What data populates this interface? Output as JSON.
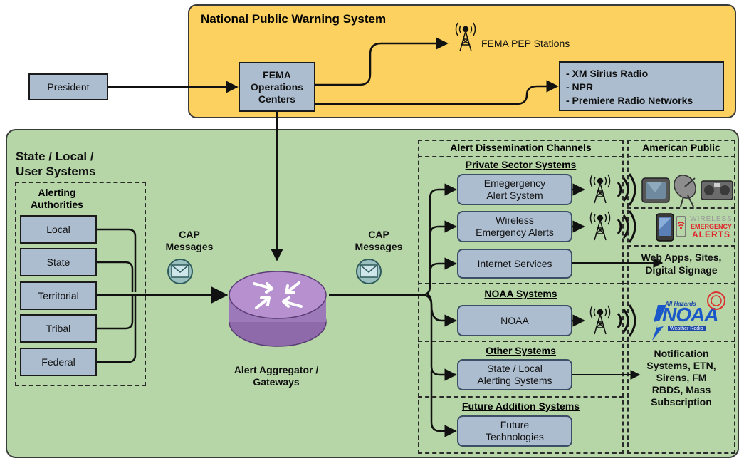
{
  "npws_title": "National Public Warning System",
  "president": "President",
  "fema_ops": "FEMA\nOperations\nCenters",
  "pep_stations": "FEMA PEP Stations",
  "radio_networks": [
    "- XM Sirius Radio",
    "- NPR",
    "- Premiere Radio Networks"
  ],
  "state_local_title": "State / Local /\nUser Systems",
  "alerting_authorities": "Alerting\nAuthorities",
  "authorities": [
    "Local",
    "State",
    "Territorial",
    "Tribal",
    "Federal"
  ],
  "cap_messages": "CAP\nMessages",
  "aggregator": "Alert Aggregator /\nGateways",
  "dissemination_title": "Alert Dissemination Channels",
  "american_public": "American Public",
  "private_sector": "Private Sector Systems",
  "eas": "Emegergency\nAlert System",
  "wea": "Wireless\nEmergency Alerts",
  "internet": "Internet Services",
  "web_apps": "Web Apps, Sites,\nDigital Signage",
  "noaa_systems": "NOAA Systems",
  "noaa": "NOAA",
  "other_systems": "Other Systems",
  "state_local_alerting": "State / Local\nAlerting Systems",
  "notification": "Notification\nSystems, ETN,\nSirens, FM\nRBDS, Mass\nSubscription",
  "future_systems": "Future Addition Systems",
  "future_tech": "Future\nTechnologies",
  "wea_logo_text": [
    "WIRELESS",
    "EMERGENCY",
    "ALERTS"
  ],
  "noaa_logo_text": [
    "All Hazards",
    "NOAA",
    "Weather Radio"
  ],
  "colors": {
    "npws_bg": "#fcd15f",
    "state_bg": "#b6d6a8",
    "box_fill": "#adbdd0",
    "router": "#b38fcb"
  }
}
